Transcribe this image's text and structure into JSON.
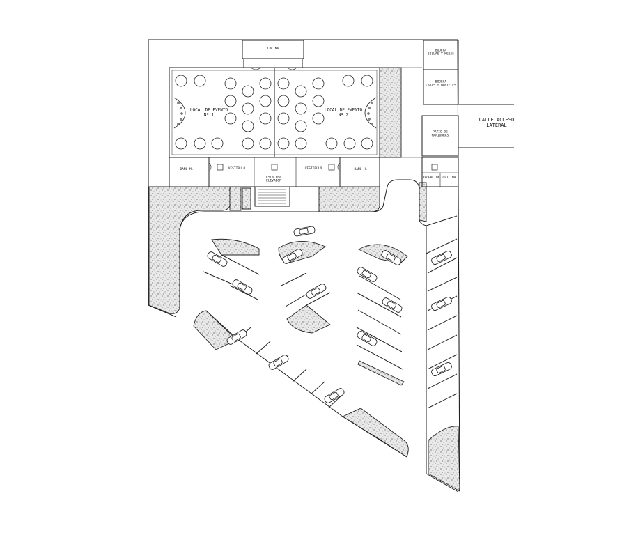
{
  "labels": {
    "cocina": "COCINA",
    "bodega_sillas": "BODEGA\nSILLAS Y MESAS",
    "bodega_cajas": "BODEGA\nCAJAS Y MANTELES",
    "local_1": "LOCAL DE EVENTO\nNº 1",
    "local_2": "LOCAL DE EVENTO\nNº 2",
    "calle": "CALLE ACCESO\nLATERAL",
    "patio": "PATIO DE\nMANIOBRAS",
    "bano_1": "BAÑO M.",
    "bano_2": "BAÑO H.",
    "vestibulo_1": "VESTIBULO",
    "vestibulo_2": "VESTIBULO",
    "recepcion": "RECEPCION",
    "acceso": "ESCALERA\nELEVADOR",
    "caseta_1": "RECEPCION",
    "caseta_2": "OFICINA"
  },
  "colors": {
    "line": "#1a1a1a",
    "landscape_bg": "#e6e6e6",
    "landscape_dot": "#4d4d4d"
  },
  "icons": {
    "table": "round-table",
    "car": "car-top-view",
    "stairs": "stairs"
  }
}
